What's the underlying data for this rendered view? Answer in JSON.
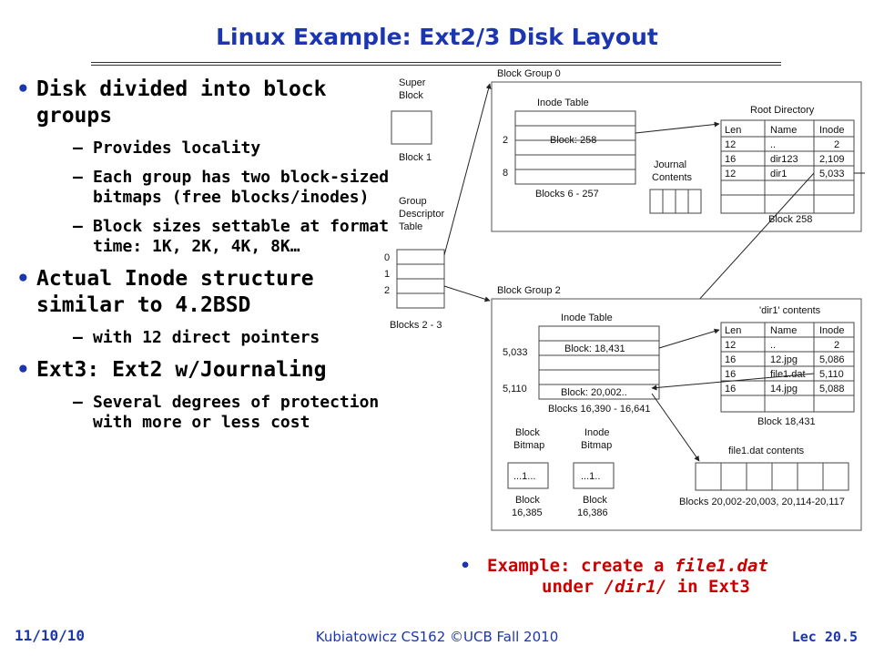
{
  "title": "Linux Example: Ext2/3 Disk Layout",
  "bullets": [
    {
      "text": "Disk divided into block groups",
      "sub": [
        "Provides locality",
        "Each group has two block-sized bitmaps (free blocks/inodes)",
        "Block sizes settable at format time: 1K, 2K, 4K, 8K…"
      ]
    },
    {
      "text": "Actual Inode structure similar to 4.2BSD",
      "sub": [
        "with 12 direct pointers"
      ]
    },
    {
      "text": "Ext3: Ext2 w/Journaling",
      "sub": [
        "Several degrees of protection with more or less cost"
      ]
    }
  ],
  "diagram": {
    "super_block": [
      "Super",
      "Block"
    ],
    "block1": "Block 1",
    "gdt": [
      "Group",
      "Descriptor",
      "Table"
    ],
    "gdt_indices": [
      "0",
      "1",
      "2"
    ],
    "blocks_2_3": "Blocks 2 - 3",
    "group0": {
      "label": "Block Group 0",
      "inode_table": "Inode Table",
      "block_258": "Block: 258",
      "idx2": "2",
      "idx8": "8",
      "blocks_range": "Blocks 6 - 257",
      "journal": [
        "Journal",
        "Contents"
      ],
      "root_label": "Root Directory",
      "root_headers": [
        "Len",
        "Name",
        "Inode"
      ],
      "root_rows": [
        [
          "12",
          "..",
          "2"
        ],
        [
          "16",
          "dir123",
          "2,109"
        ],
        [
          "12",
          "dir1",
          "5,033"
        ]
      ],
      "root_block": "Block 258"
    },
    "group2": {
      "label": "Block Group 2",
      "inode_table": "Inode Table",
      "idx_5033": "5,033",
      "idx_5110": "5,110",
      "block_18431": "Block: 18,431",
      "block_20002": "Block: 20,002..",
      "blocks_range": "Blocks 16,390 - 16,641",
      "dir1_label": "'dir1' contents",
      "dir1_headers": [
        "Len",
        "Name",
        "Inode"
      ],
      "dir1_rows": [
        [
          "12",
          "..",
          "2"
        ],
        [
          "16",
          "12.jpg",
          "5,086"
        ],
        [
          "16",
          "file1.dat",
          "5,110"
        ],
        [
          "16",
          "14.jpg",
          "5,088"
        ]
      ],
      "dir1_block": "Block 18,431",
      "block_bitmap": [
        "Block",
        "Bitmap"
      ],
      "block_bitmap_val": "...1...",
      "block_bitmap_num": [
        "Block",
        "16,385"
      ],
      "inode_bitmap": [
        "Inode",
        "Bitmap"
      ],
      "inode_bitmap_val": "...1..",
      "inode_bitmap_num": [
        "Block",
        "16,386"
      ],
      "file_label": "file1.dat contents",
      "file_blocks": "Blocks 20,002-20,003, 20,114-20,117"
    }
  },
  "example": {
    "prefix": "Example: create a ",
    "file": "file1.dat",
    "mid": "under ",
    "dir": "/dir1/",
    "suffix": " in Ext3"
  },
  "footer": {
    "date": "11/10/10",
    "course": "Kubiatowicz CS162 ©UCB Fall 2010",
    "lecture": "Lec 20.5"
  },
  "colors": {
    "title": "#1c36b0",
    "example": "#cc0000",
    "bullet": "#1c36b0"
  }
}
